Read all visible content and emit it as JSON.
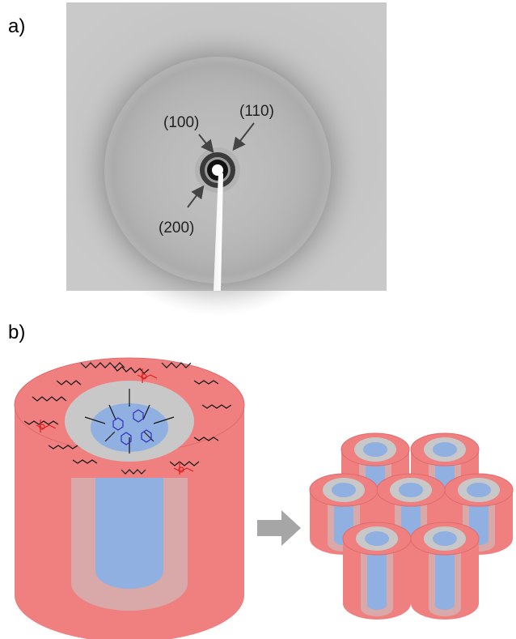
{
  "panel_a": {
    "label": "a)"
  },
  "panel_b": {
    "label": "b)"
  },
  "peaks": [
    "(100)",
    "(110)",
    "(200)"
  ],
  "colors": {
    "shell_red": "#f08080",
    "shell_red_dark": "#e06a6a",
    "inner_gray": "#c8c8c8",
    "core_blue": "#8fb0e0",
    "arrow_gray": "#a6a6a6",
    "chain_black": "#111111",
    "chain_red": "#e02020",
    "chain_blue": "#3030c0"
  },
  "icons": {
    "arrow": "right-arrow-icon"
  }
}
